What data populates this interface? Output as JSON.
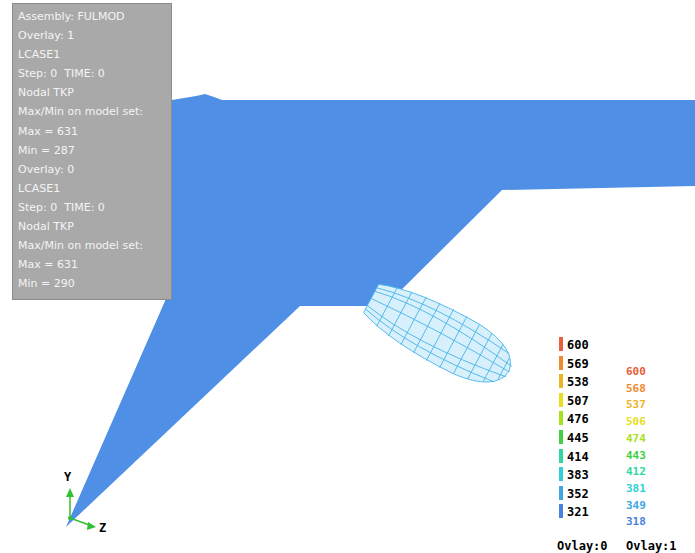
{
  "diagram": {
    "nodes": [
      {
        "text": [
          "Assembly: FULMOD",
          "Overlay: 1",
          "LCASE1",
          "Step: 0  TIME: 0",
          "Nodal TKP",
          "Max/Min on model set:",
          "Max = 631",
          "Min = 287",
          "Overlay: 0",
          "LCASE1",
          "Step: 0  TIME: 0",
          "Nodal TKP",
          "Max/Min on model set:",
          "Max = 631",
          "Min = 290"
        ]
      }
    ],
    "labels": [
      "600",
      "568",
      "537",
      "506",
      "474",
      "443",
      "412",
      "381",
      "349",
      "318",
      "Ovlay:0",
      "Ovlay:1",
      "Y",
      "Z"
    ],
    "legend": [
      {
        "text": "600",
        "color": "#e8603c"
      },
      {
        "text": "569",
        "color": "#f08a30"
      },
      {
        "text": "538",
        "color": "#f0b428"
      },
      {
        "text": "507",
        "color": "#e6e020"
      },
      {
        "text": "476",
        "color": "#a8e020"
      },
      {
        "text": "445",
        "color": "#40d040"
      },
      {
        "text": "414",
        "color": "#30d8a0"
      },
      {
        "text": "383",
        "color": "#30d0d8"
      },
      {
        "text": "352",
        "color": "#40a8e0"
      },
      {
        "text": "321",
        "color": "#4a82e0"
      }
    ]
  }
}
